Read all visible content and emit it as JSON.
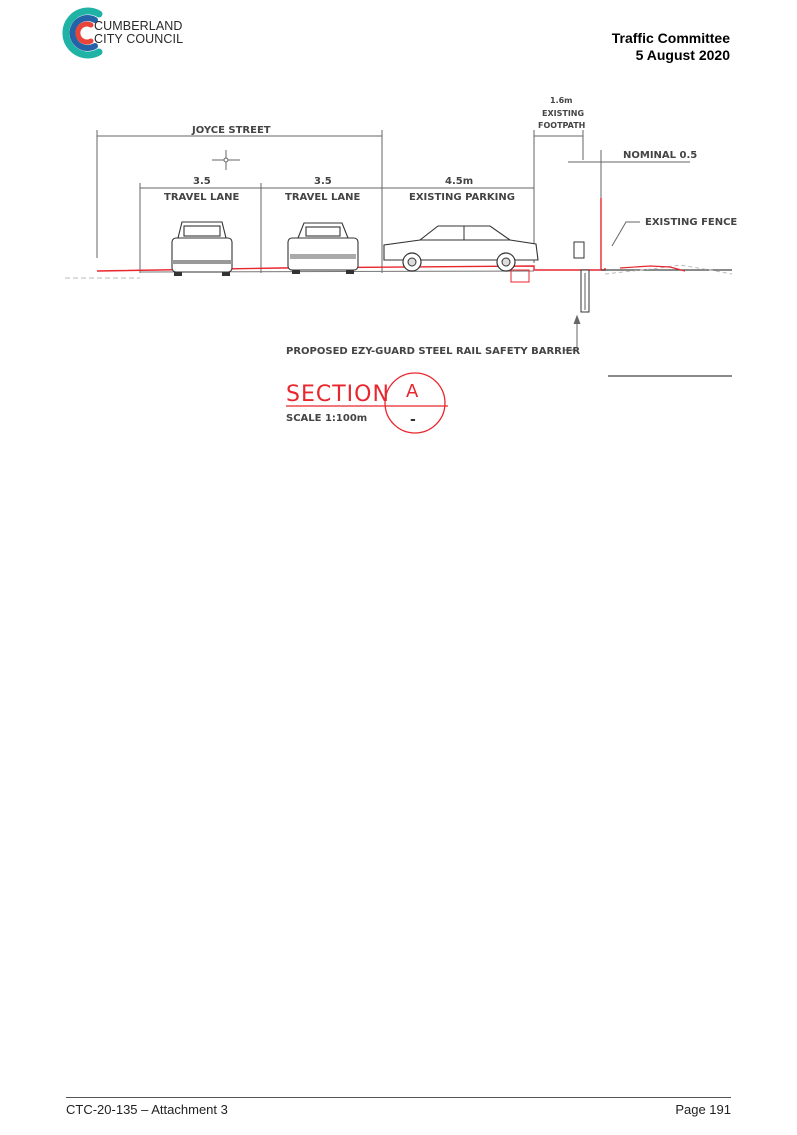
{
  "header": {
    "org_line1": "CUMBERLAND",
    "org_line2": "CITY COUNCIL",
    "committee": "Traffic Committee",
    "date": "5 August 2020"
  },
  "drawing": {
    "street_label": "JOYCE STREET",
    "lane1_width": "3.5",
    "lane1_label": "TRAVEL LANE",
    "lane2_width": "3.5",
    "lane2_label": "TRAVEL LANE",
    "parking_width": "4.5m",
    "parking_label": "EXISTING PARKING",
    "footpath_width": "1.6m",
    "footpath_label1": "EXISTING",
    "footpath_label2": "FOOTPATH",
    "nominal_label": "NOMINAL 0.5",
    "fence_label": "EXISTING FENCE",
    "barrier_label": "PROPOSED EZY-GUARD STEEL RAIL SAFETY BARRIER",
    "section_title": "SECTION",
    "section_letter": "A",
    "section_dash": "-",
    "scale_label": "SCALE 1:100m"
  },
  "footer": {
    "reference": "CTC-20-135 – Attachment 3",
    "page": "Page 191"
  },
  "colors": {
    "logo_teal": "#1fb3a6",
    "logo_blue": "#2563a8",
    "logo_red": "#e8443a",
    "drawing_red": "#e8262d"
  }
}
